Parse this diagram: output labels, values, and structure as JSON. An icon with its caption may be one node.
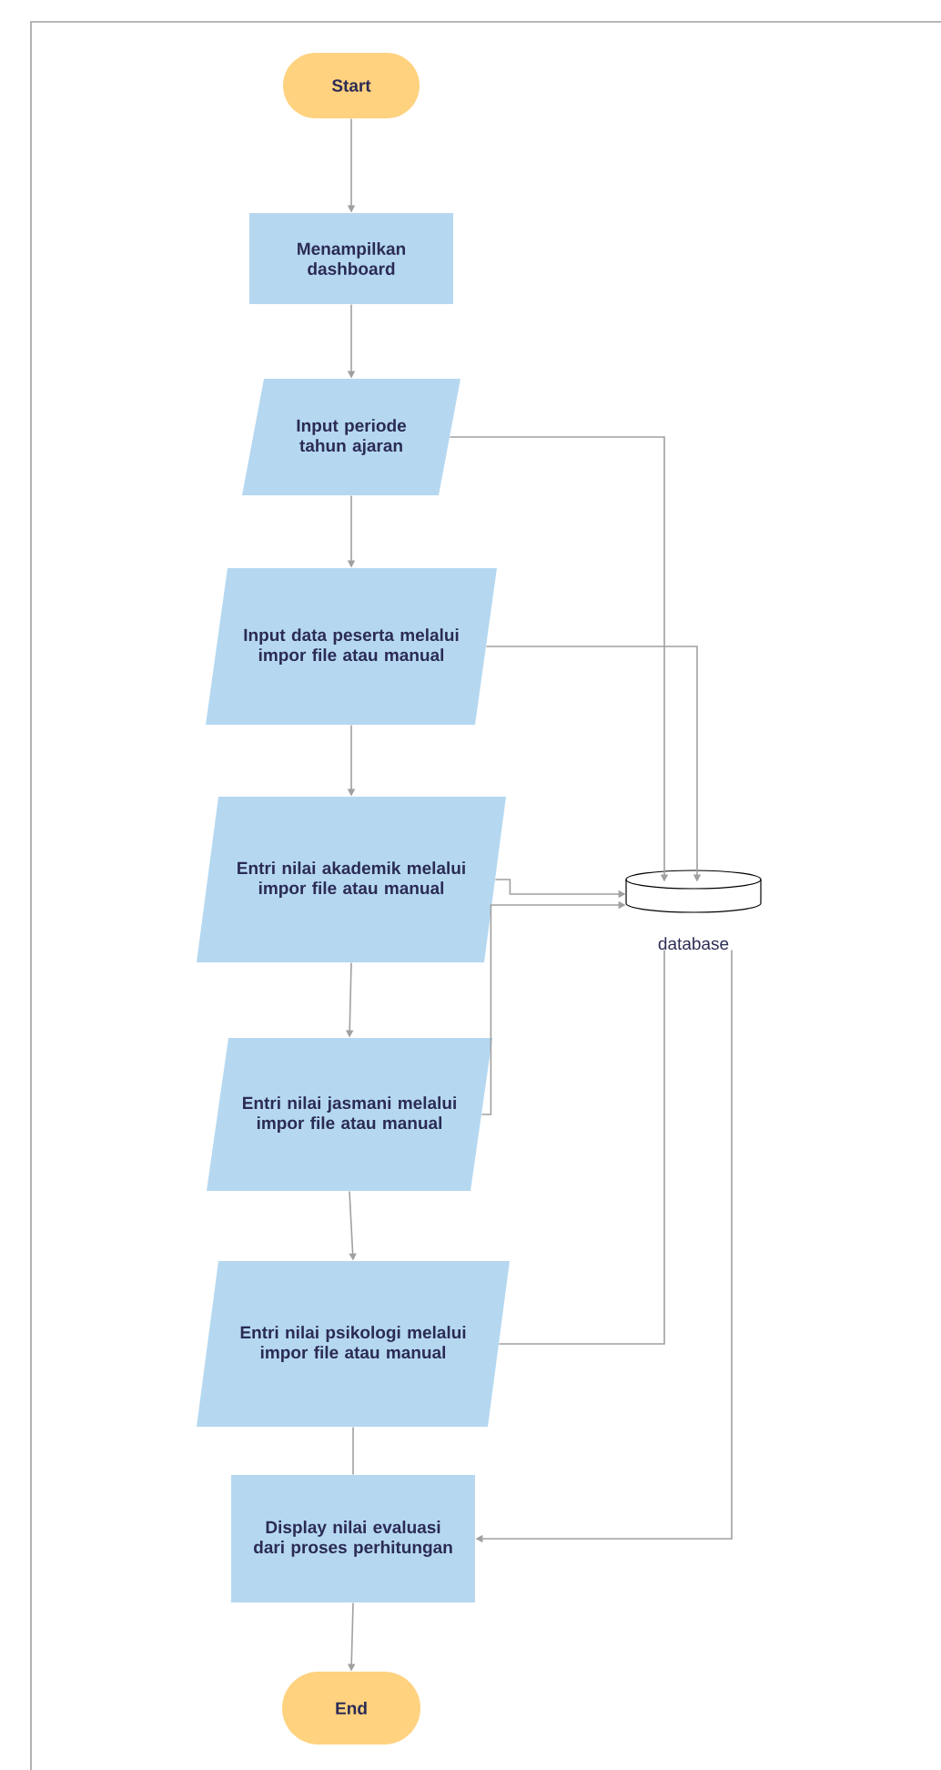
{
  "diagram": {
    "nodes": [
      {
        "text": [
          "Start"
        ]
      },
      {
        "text": [
          "Menampilkan dashboard"
        ]
      },
      {
        "text": [
          "Input periode tahun ajaran"
        ]
      },
      {
        "text": [
          "Input data peserta melalui impor file atau manual"
        ]
      },
      {
        "text": [
          "Entri nilai akademik melalui impor file atau manual"
        ]
      },
      {
        "text": [
          "Entri nilai jasmani melalui impor file atau manual"
        ]
      },
      {
        "text": [
          "Entri nilai psikologi melalui impor file atau manual"
        ]
      },
      {
        "text": [
          "Display nilai evaluasi dari proses perhitungan"
        ]
      },
      {
        "text": [
          "End"
        ]
      },
      {
        "text": [
          "database"
        ]
      }
    ],
    "edges": [
      {
        "from": 0,
        "to": 1,
        "arrow": "to"
      },
      {
        "from": 1,
        "to": 2,
        "arrow": "to"
      },
      {
        "from": 2,
        "to": 3,
        "arrow": "to"
      },
      {
        "from": 3,
        "to": 4,
        "arrow": "to"
      },
      {
        "from": 4,
        "to": 5,
        "arrow": "to"
      },
      {
        "from": 5,
        "to": 6,
        "arrow": "to"
      },
      {
        "from": 6,
        "to": 7,
        "arrow": "none"
      },
      {
        "from": 7,
        "to": 8,
        "arrow": "to"
      },
      {
        "from": 2,
        "to": 9,
        "arrow": "to"
      },
      {
        "from": 3,
        "to": 9,
        "arrow": "to"
      },
      {
        "from": 4,
        "to": 9,
        "arrow": "to"
      },
      {
        "from": 5,
        "to": 9,
        "arrow": "to"
      },
      {
        "from": 6,
        "to": 9,
        "arrow": "none"
      },
      {
        "from": 9,
        "to": 7,
        "arrow": "to"
      }
    ]
  }
}
